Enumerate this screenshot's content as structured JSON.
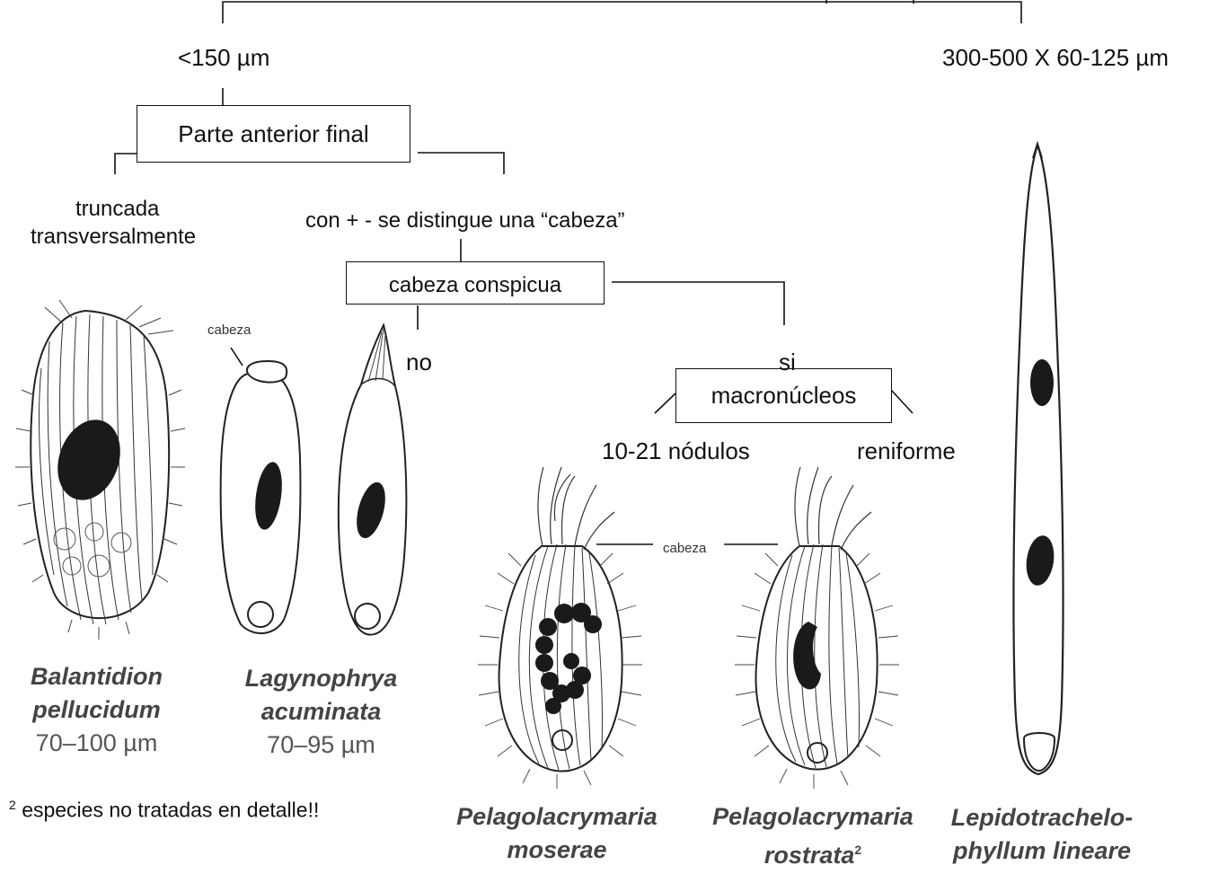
{
  "size_labels": {
    "small": "<150 µm",
    "large": "300-500 X 60-125 µm"
  },
  "boxes": {
    "anterior_end": "Parte anterior final",
    "conspicuous_head": "cabeza conspicua",
    "macronuclei": "macronúcleos"
  },
  "branches": {
    "truncated_line1": "truncada",
    "truncated_line2": "transversalmente",
    "head_distinguished": "con + - se distingue una “cabeza”",
    "no": "no",
    "yes": "si",
    "nodules": "10-21 nódulos",
    "reniform": "reniforme"
  },
  "annotations": {
    "head_label_left": "cabeza",
    "head_label_center": "cabeza"
  },
  "footnote": {
    "marker": "2",
    "text": "especies no tratadas en detalle!!"
  },
  "species": [
    {
      "name_line1": "Balantidion",
      "name_line2": "pellucidum",
      "size": "70–100 µm"
    },
    {
      "name_line1": "Lagynophrya",
      "name_line2": "acuminata",
      "size": "70–95 µm"
    },
    {
      "name_line1": "Pelagolacrymaria",
      "name_line2": "moserae"
    },
    {
      "name_line1": "Pelagolacrymaria",
      "name_line2": "rostrata",
      "superscript": "2"
    },
    {
      "name_line1": "Lepidotrachelo-",
      "name_line2": "phyllum lineare"
    }
  ],
  "colors": {
    "line": "#111111",
    "nucleus": "#1a1a1a",
    "species_text": "#444444"
  }
}
